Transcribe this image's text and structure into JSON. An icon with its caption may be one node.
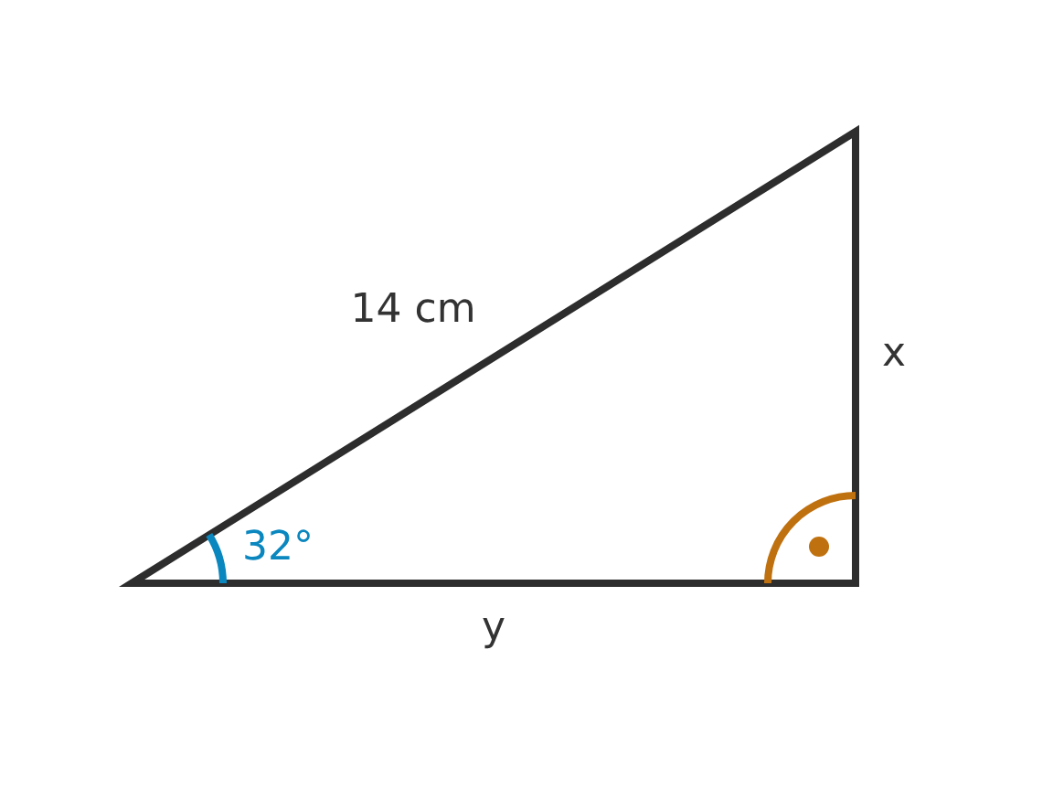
{
  "diagram": {
    "labels": [
      "14 cm",
      "x",
      "32°",
      "y"
    ]
  }
}
